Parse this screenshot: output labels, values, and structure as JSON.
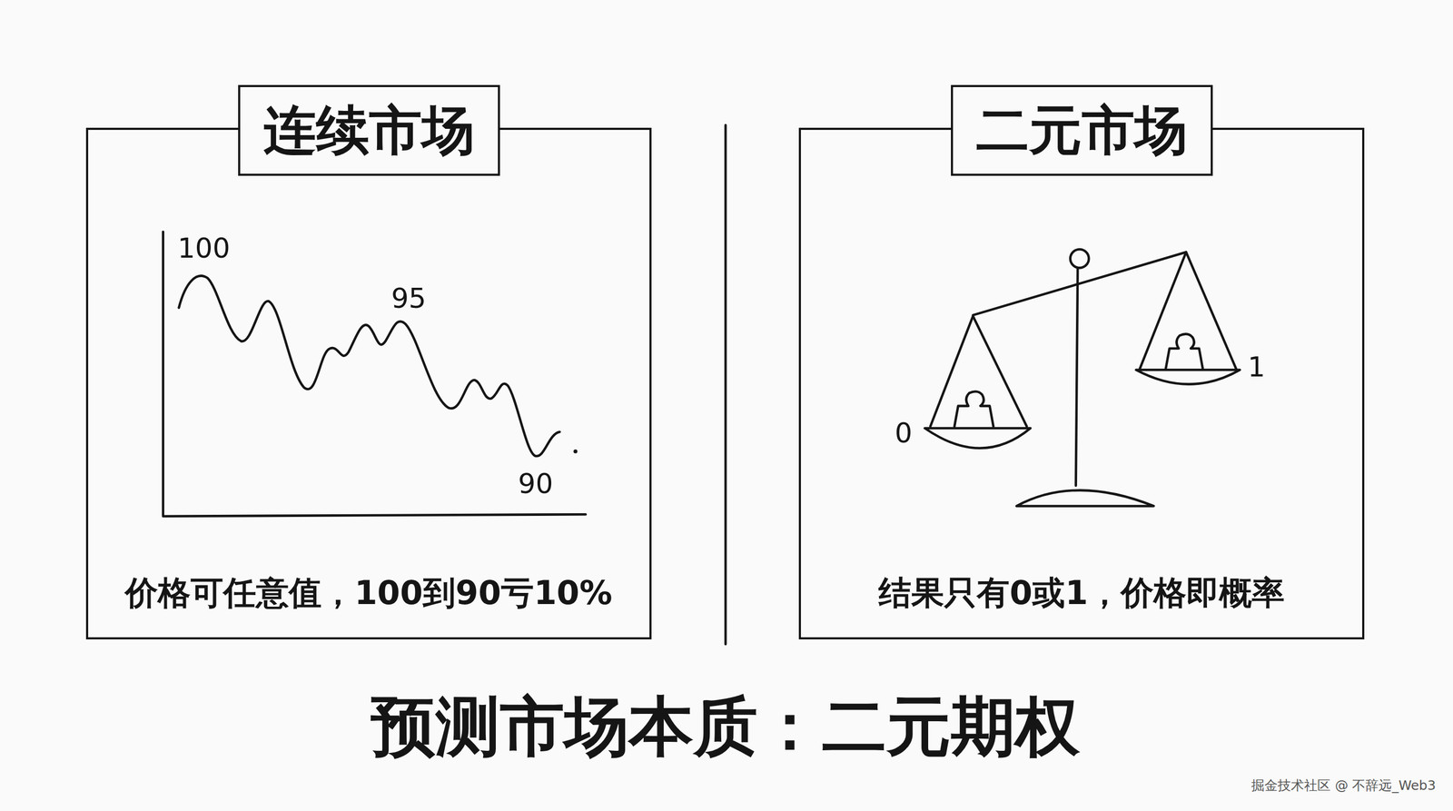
{
  "diagram": {
    "title": "预测市场本质：二元期权",
    "nodes": [
      {
        "text": [
          "连续市场",
          "价格可任意值，100到90亏10%"
        ]
      },
      {
        "text": [
          "二元市场",
          "结果只有0或1，价格即概率"
        ]
      }
    ],
    "labels": [
      "100",
      "95",
      "90",
      "0",
      "1",
      "掘金技术社区 @ 不辞远_Web3"
    ]
  }
}
